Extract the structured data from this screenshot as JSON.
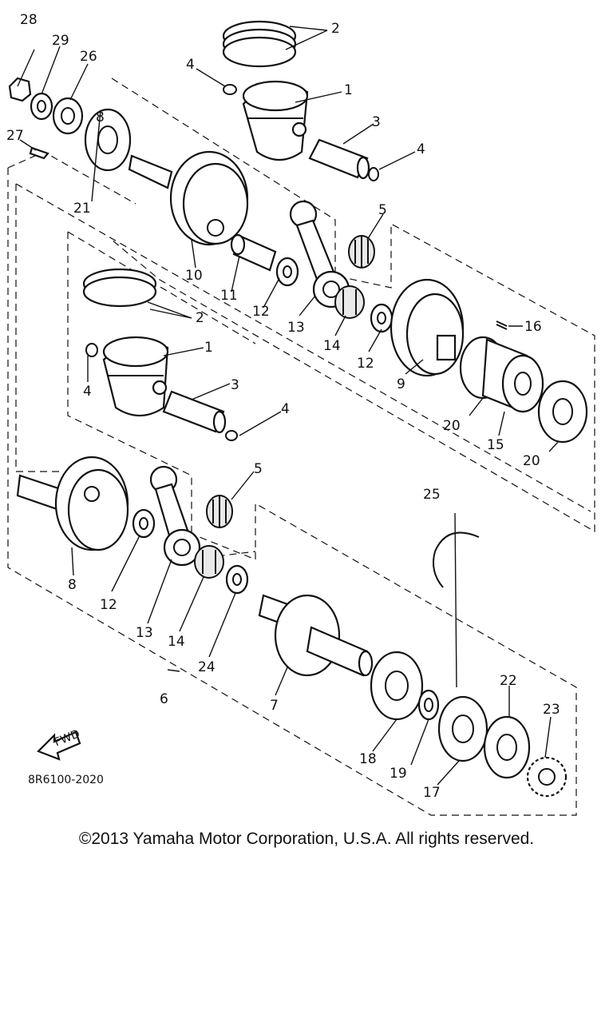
{
  "diagram": {
    "part_labels": {
      "p1a": "1",
      "p1b": "1",
      "p2a": "2",
      "p2b": "2",
      "p3a": "3",
      "p3b": "3",
      "p4a": "4",
      "p4b": "4",
      "p4c": "4",
      "p4d": "4",
      "p5a": "5",
      "p5b": "5",
      "p6": "6",
      "p7": "7",
      "p8a": "8",
      "p8b": "8",
      "p9": "9",
      "p10": "10",
      "p11": "11",
      "p12a": "12",
      "p12b": "12",
      "p12c": "12",
      "p13a": "13",
      "p13b": "13",
      "p14a": "14",
      "p14b": "14",
      "p15": "15",
      "p16": "16",
      "p17": "17",
      "p18": "18",
      "p19": "19",
      "p20a": "20",
      "p20b": "20",
      "p21": "21",
      "p22": "22",
      "p23": "23",
      "p24": "24",
      "p25": "25",
      "p26": "26",
      "p27": "27",
      "p28": "28",
      "p29": "29"
    },
    "fwd_label": "FWD",
    "diagram_code": "8R6100-2020"
  },
  "footer": {
    "copyright": "©2013 Yamaha Motor Corporation, U.S.A. All rights reserved."
  }
}
